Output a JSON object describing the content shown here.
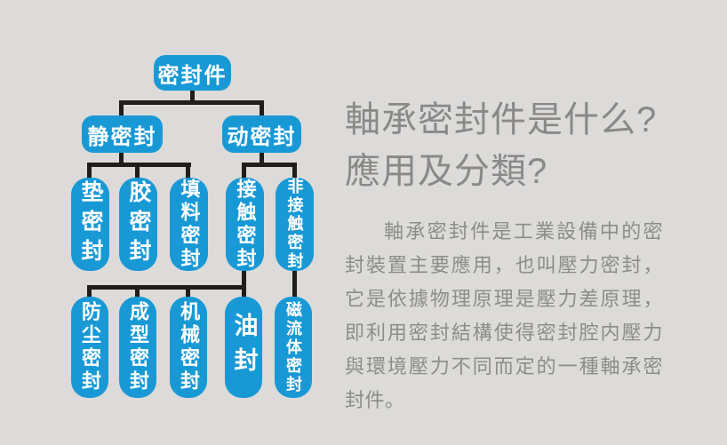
{
  "colors": {
    "bg": "#dcdbd9",
    "node_blue": "#1899d6",
    "node_text": "#ffffff",
    "connector": "#201e1c",
    "heading_text": "#8a8988",
    "body_text": "#8d8c8a"
  },
  "diagram": {
    "root": {
      "label": "密封件"
    },
    "level2": [
      {
        "label": "静密封"
      },
      {
        "label": "动密封"
      }
    ],
    "level3": [
      {
        "label": "垫密封"
      },
      {
        "label": "胶密封"
      },
      {
        "label": "填料密封"
      },
      {
        "label": "接触密封"
      },
      {
        "label": "非接触密封"
      }
    ],
    "level4": [
      {
        "label": "防尘密封"
      },
      {
        "label": "成型密封"
      },
      {
        "label": "机械密封"
      },
      {
        "label": "油封"
      },
      {
        "label": "磁流体密封"
      }
    ]
  },
  "article": {
    "heading_line1": "軸承密封件是什么?",
    "heading_line2": "應用及分類?",
    "body": "軸承密封件是工業設備中的密封裝置主要應用，也叫壓力密封，它是依據物理原理是壓力差原理，即利用密封結構使得密封腔内壓力與環境壓力不同而定的一種軸承密封件。"
  }
}
